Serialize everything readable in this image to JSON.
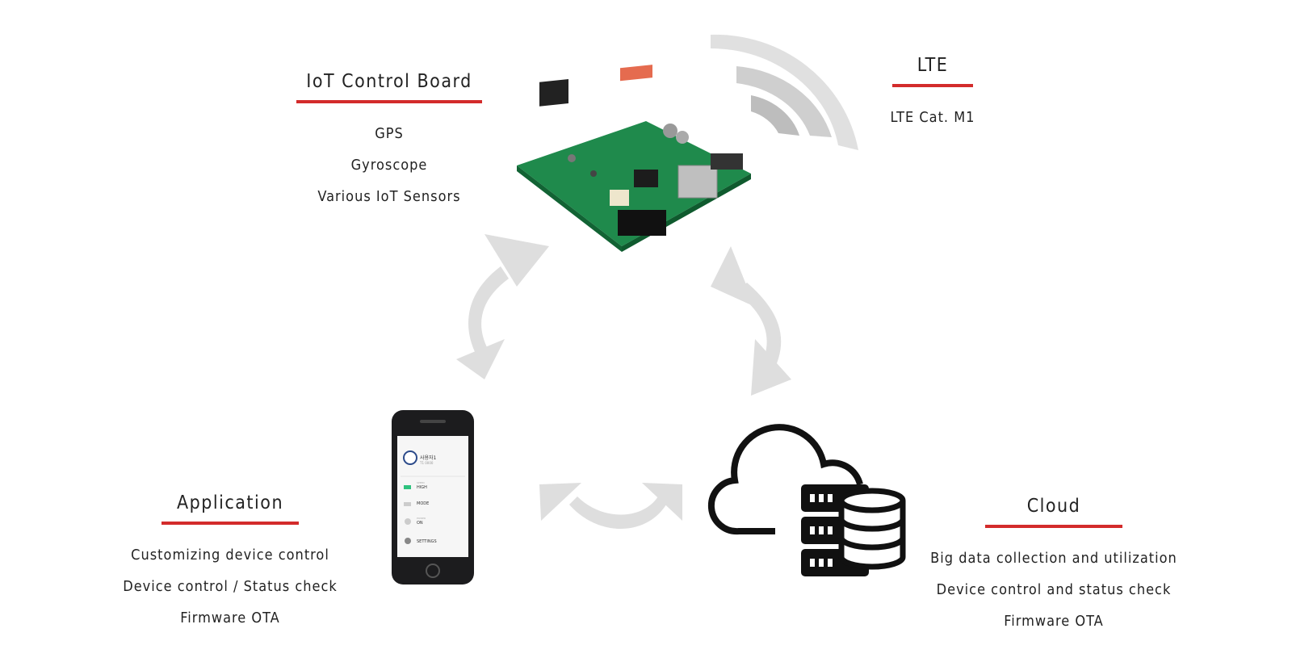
{
  "board": {
    "title": "IoT Control Board",
    "features": [
      "GPS",
      "Gyroscope",
      "Various IoT Sensors"
    ]
  },
  "lte": {
    "title": "LTE",
    "features": [
      "LTE Cat. M1"
    ]
  },
  "application": {
    "title": "Application",
    "features": [
      "Customizing device control",
      "Device control / Status check",
      "Firmware OTA"
    ],
    "phone": {
      "user_name": "사용자1",
      "user_sub": "T1 0000",
      "items": [
        {
          "sub": "SPEED",
          "label": "HIGH"
        },
        {
          "sub": "",
          "label": "MODE"
        },
        {
          "sub": "POWER",
          "label": "ON"
        },
        {
          "sub": "",
          "label": "SETTINGS"
        }
      ]
    }
  },
  "cloud": {
    "title": "Cloud",
    "features": [
      "Big data collection and utilization",
      "Device control and status check",
      "Firmware OTA"
    ]
  },
  "colors": {
    "accent": "#d32b2b",
    "arrow": "#dedede",
    "board": "#1f8a4c"
  },
  "icons": [
    "wifi-signal-icon",
    "cycle-arrow-icon",
    "cloud-server-icon",
    "database-icon"
  ]
}
